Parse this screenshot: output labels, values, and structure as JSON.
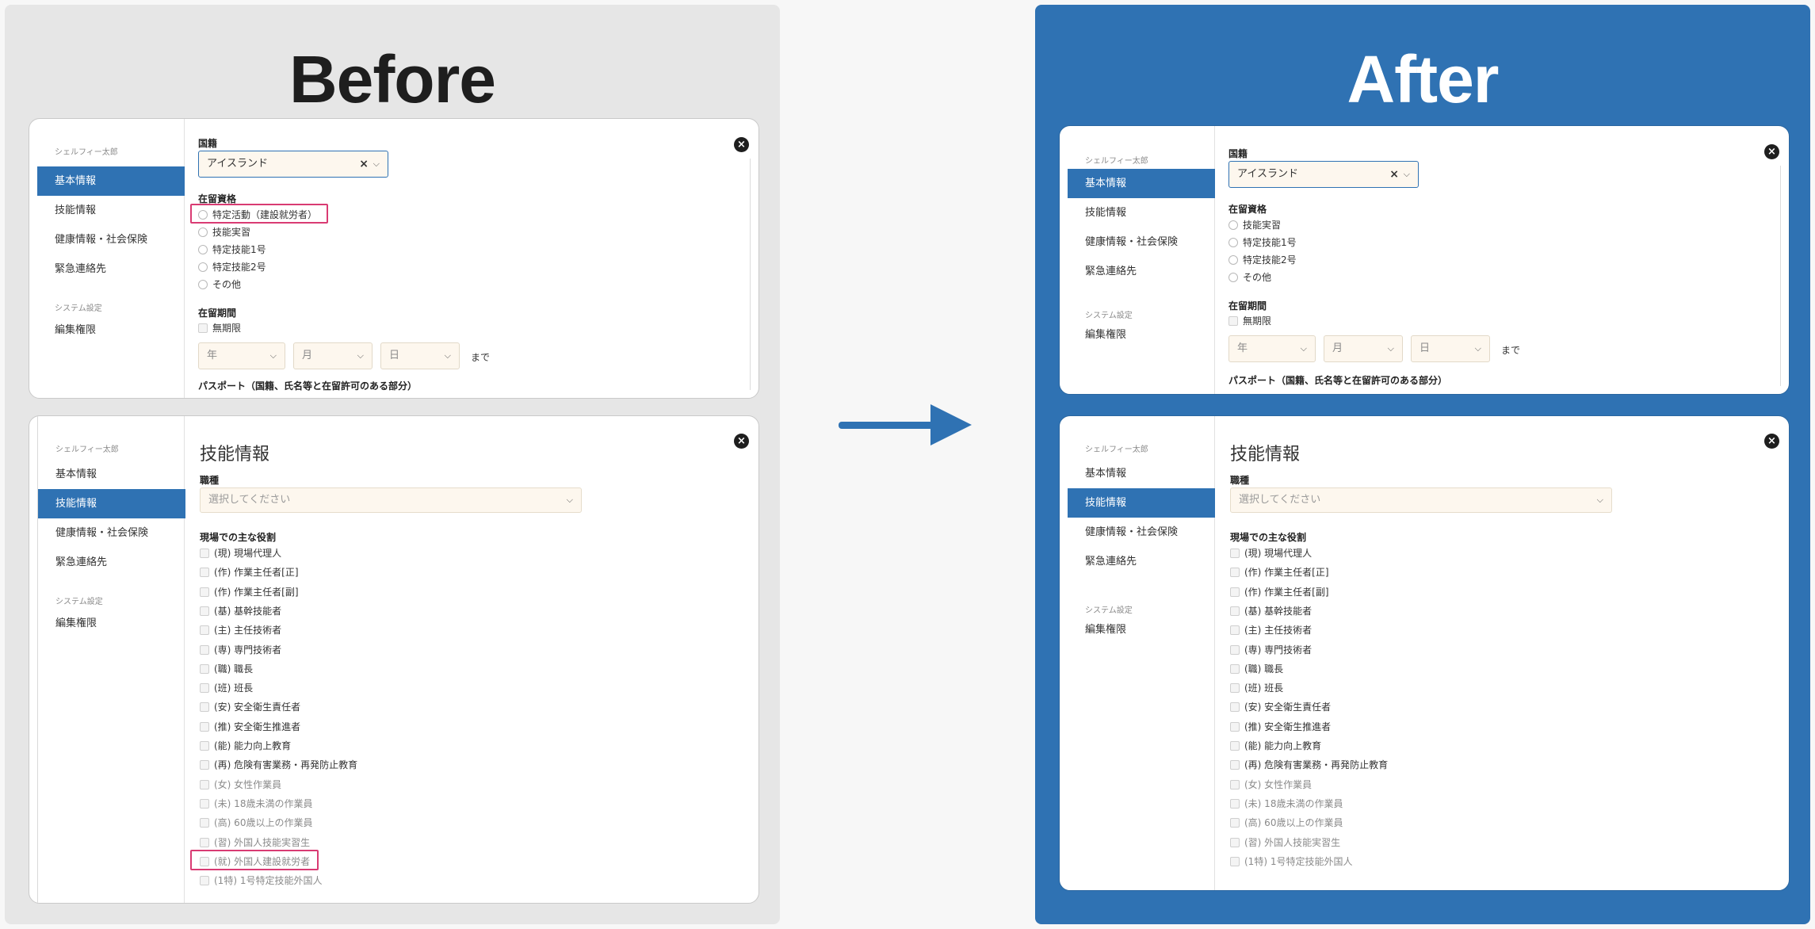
{
  "before": {
    "heading": "Before",
    "card1": {
      "user": "シェルフィー太郎",
      "nav": [
        "基本情報",
        "技能情報",
        "健康情報・社会保険",
        "緊急連絡先"
      ],
      "system": "システム設定",
      "system_item": "編集権限",
      "nationality_label": "国籍",
      "nationality_value": "アイスランド",
      "status_label": "在留資格",
      "status_options": [
        "特定活動（建設就労者）",
        "技能実習",
        "特定技能1号",
        "特定技能2号",
        "その他"
      ],
      "period_label": "在留期間",
      "unlimited": "無期限",
      "year": "年",
      "month": "月",
      "day": "日",
      "until": "まで",
      "passport": "パスポート（国籍、氏名等と在留許可のある部分）"
    },
    "card2": {
      "user": "シェルフィー太郎",
      "nav": [
        "基本情報",
        "技能情報",
        "健康情報・社会保険",
        "緊急連絡先"
      ],
      "system": "システム設定",
      "system_item": "編集権限",
      "title": "技能情報",
      "job_label": "職種",
      "job_placeholder": "選択してください",
      "roles_label": "現場での主な役割",
      "roles": [
        "(現) 現場代理人",
        "(作) 作業主任者[正]",
        "(作) 作業主任者[副]",
        "(基) 基幹技能者",
        "(主) 主任技術者",
        "(専) 専門技術者",
        "(職) 職長",
        "(班) 班長",
        "(安) 安全衛生責任者",
        "(推) 安全衛生推進者",
        "(能) 能力向上教育",
        "(再) 危険有害業務・再発防止教育",
        "(女) 女性作業員",
        "(未) 18歳未満の作業員",
        "(高) 60歳以上の作業員",
        "(習) 外国人技能実習生",
        "(就) 外国人建設就労者",
        "(1特) 1号特定技能外国人"
      ]
    }
  },
  "after": {
    "heading": "After",
    "card1": {
      "user": "シェルフィー太郎",
      "nav": [
        "基本情報",
        "技能情報",
        "健康情報・社会保険",
        "緊急連絡先"
      ],
      "system": "システム設定",
      "system_item": "編集権限",
      "nationality_label": "国籍",
      "nationality_value": "アイスランド",
      "status_label": "在留資格",
      "status_options": [
        "技能実習",
        "特定技能1号",
        "特定技能2号",
        "その他"
      ],
      "period_label": "在留期間",
      "unlimited": "無期限",
      "year": "年",
      "month": "月",
      "day": "日",
      "until": "まで",
      "passport": "パスポート（国籍、氏名等と在留許可のある部分）"
    },
    "card2": {
      "user": "シェルフィー太郎",
      "nav": [
        "基本情報",
        "技能情報",
        "健康情報・社会保険",
        "緊急連絡先"
      ],
      "system": "システム設定",
      "system_item": "編集権限",
      "title": "技能情報",
      "job_label": "職種",
      "job_placeholder": "選択してください",
      "roles_label": "現場での主な役割",
      "roles": [
        "(現) 現場代理人",
        "(作) 作業主任者[正]",
        "(作) 作業主任者[副]",
        "(基) 基幹技能者",
        "(主) 主任技術者",
        "(専) 専門技術者",
        "(職) 職長",
        "(班) 班長",
        "(安) 安全衛生責任者",
        "(推) 安全衛生推進者",
        "(能) 能力向上教育",
        "(再) 危険有害業務・再発防止教育",
        "(女) 女性作業員",
        "(未) 18歳未満の作業員",
        "(高) 60歳以上の作業員",
        "(習) 外国人技能実習生",
        "(1特) 1号特定技能外国人"
      ]
    }
  },
  "colors": {
    "accent": "#2f72b3",
    "highlight": "#d93b73"
  }
}
